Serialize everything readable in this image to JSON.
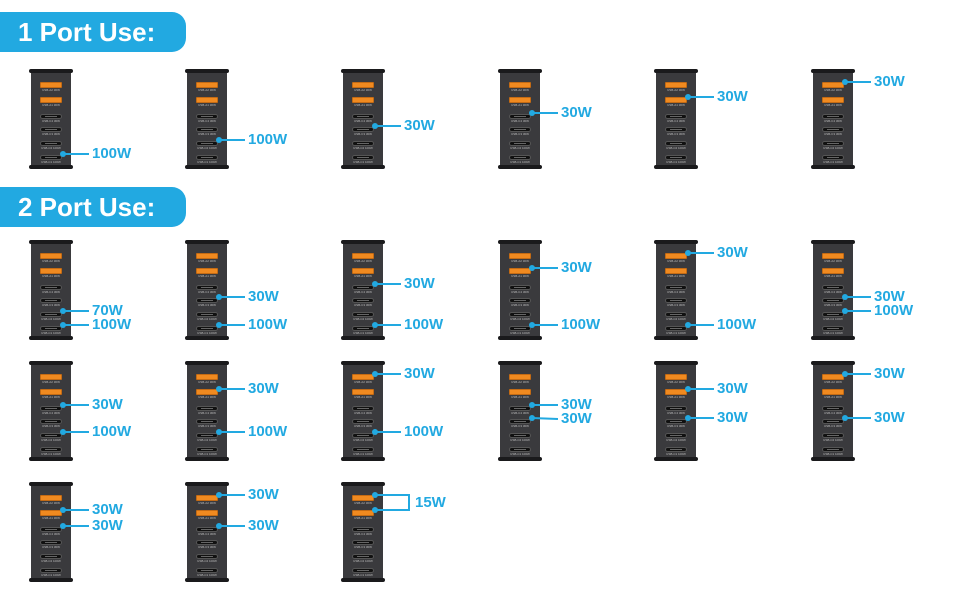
{
  "sections": {
    "one_port": {
      "title": "1 Port Use:"
    },
    "two_port": {
      "title": "2 Port Use:"
    }
  },
  "colors": {
    "accent": "#22a9e1",
    "charger_body": "#3a3a3d",
    "usb_a_port": "#f08a20"
  },
  "port_labels": [
    "USB-A2 30W",
    "USB-A1 30W",
    "USB-C4 30W",
    "USB-C3 30W",
    "USB-C2 100W",
    "USB-C1 100W"
  ],
  "one_port_configs": [
    {
      "callouts": [
        {
          "port": 5,
          "label": "100W"
        }
      ]
    },
    {
      "callouts": [
        {
          "port": 4,
          "label": "100W"
        }
      ]
    },
    {
      "callouts": [
        {
          "port": 3,
          "label": "30W"
        }
      ]
    },
    {
      "callouts": [
        {
          "port": 2,
          "label": "30W"
        }
      ]
    },
    {
      "callouts": [
        {
          "port": 1,
          "label": "30W"
        }
      ]
    },
    {
      "callouts": [
        {
          "port": 0,
          "label": "30W"
        }
      ]
    }
  ],
  "two_port_configs": [
    {
      "callouts": [
        {
          "port": 4,
          "label": "70W"
        },
        {
          "port": 5,
          "label": "100W"
        }
      ]
    },
    {
      "callouts": [
        {
          "port": 3,
          "label": "30W"
        },
        {
          "port": 5,
          "label": "100W"
        }
      ]
    },
    {
      "callouts": [
        {
          "port": 2,
          "label": "30W"
        },
        {
          "port": 5,
          "label": "100W"
        }
      ]
    },
    {
      "callouts": [
        {
          "port": 1,
          "label": "30W"
        },
        {
          "port": 5,
          "label": "100W"
        }
      ]
    },
    {
      "callouts": [
        {
          "port": 0,
          "label": "30W"
        },
        {
          "port": 5,
          "label": "100W"
        }
      ]
    },
    {
      "callouts": [
        {
          "port": 3,
          "label": "30W"
        },
        {
          "port": 4,
          "label": "100W"
        }
      ]
    },
    {
      "callouts": [
        {
          "port": 2,
          "label": "30W"
        },
        {
          "port": 4,
          "label": "100W"
        }
      ]
    },
    {
      "callouts": [
        {
          "port": 1,
          "label": "30W"
        },
        {
          "port": 4,
          "label": "100W"
        }
      ]
    },
    {
      "callouts": [
        {
          "port": 0,
          "label": "30W"
        },
        {
          "port": 4,
          "label": "100W"
        }
      ]
    },
    {
      "callouts": [
        {
          "port": 2,
          "label": "30W"
        },
        {
          "port": 3,
          "label": "30W"
        }
      ]
    },
    {
      "callouts": [
        {
          "port": 1,
          "label": "30W"
        },
        {
          "port": 3,
          "label": "30W"
        }
      ]
    },
    {
      "callouts": [
        {
          "port": 0,
          "label": "30W"
        },
        {
          "port": 3,
          "label": "30W"
        }
      ]
    },
    {
      "callouts": [
        {
          "port": 1,
          "label": "30W"
        },
        {
          "port": 2,
          "label": "30W"
        }
      ]
    },
    {
      "callouts": [
        {
          "port": 0,
          "label": "30W"
        },
        {
          "port": 2,
          "label": "30W"
        }
      ]
    },
    {
      "bracket": true,
      "callouts": [
        {
          "port": 0,
          "label": "15W"
        },
        {
          "port": 1,
          "label": ""
        }
      ]
    }
  ]
}
